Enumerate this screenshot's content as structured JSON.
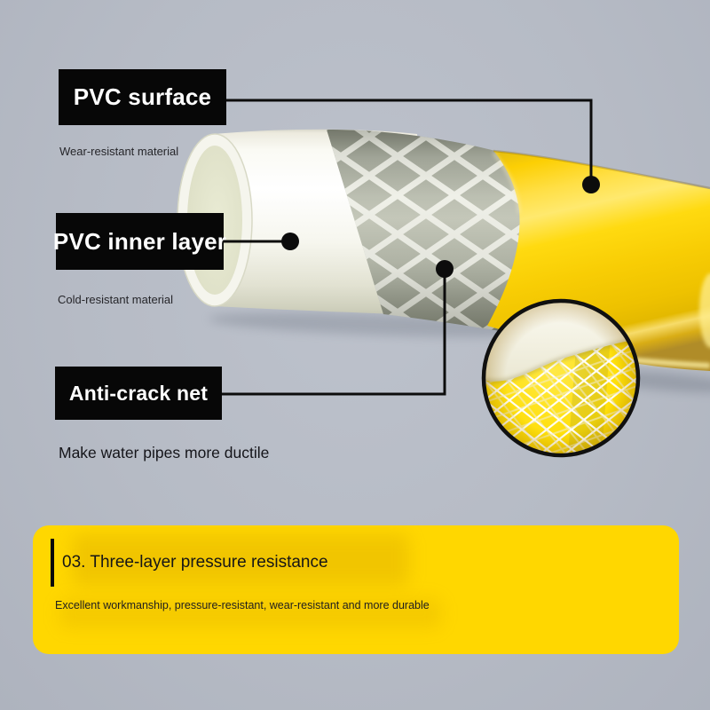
{
  "colors": {
    "background": "#b7bcc6",
    "label_bg": "#070707",
    "label_text": "#ffffff",
    "callout_line": "#0c0c0c",
    "banner_bg": "#ffd700",
    "banner_text": "#161616",
    "hose_outer_yellow": "#ffd800",
    "hose_inner_white": "#f6f6ee",
    "hose_mesh": "#eceee4"
  },
  "callouts": {
    "surface": {
      "label": "PVC surface",
      "caption": "Wear-resistant material"
    },
    "inner": {
      "label": "PVC inner layer",
      "caption": "Cold-resistant material"
    },
    "net": {
      "label": "Anti-crack net",
      "caption": "Make water pipes more ductile"
    }
  },
  "banner": {
    "title": "03. Three-layer pressure resistance",
    "subtitle": "Excellent workmanship, pressure-resistant, wear-resistant and more durable"
  }
}
